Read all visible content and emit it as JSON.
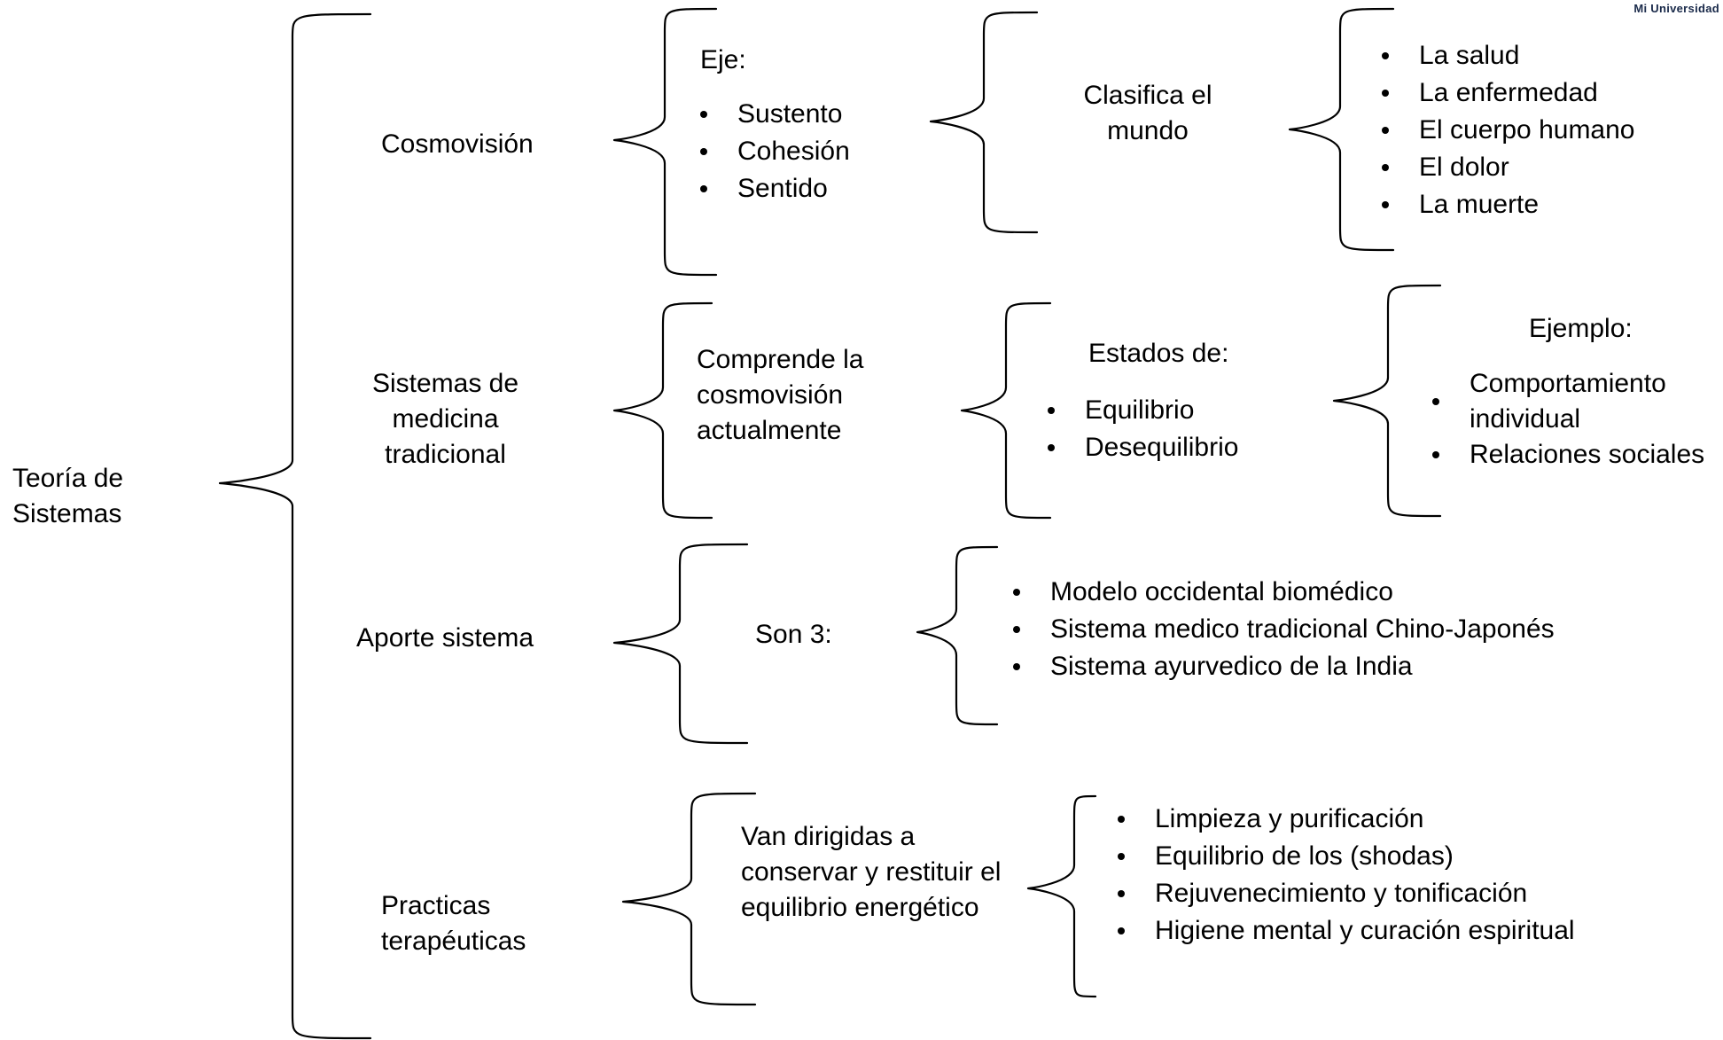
{
  "watermark": "Mi Universidad",
  "root": {
    "label": "Teoría de Sistemas"
  },
  "branches": [
    {
      "label": "Cosmovisión",
      "level2": {
        "heading": "Eje:",
        "items": [
          "Sustento",
          "Cohesión",
          "Sentido"
        ]
      },
      "level3": {
        "text": "Clasifica el mundo"
      },
      "level4": {
        "items": [
          "La salud",
          "La enfermedad",
          "El cuerpo humano",
          "El dolor",
          "La muerte"
        ]
      }
    },
    {
      "label": "Sistemas de medicina tradicional",
      "level2": {
        "text": "Comprende la cosmovisión actualmente"
      },
      "level3": {
        "heading": "Estados de:",
        "items": [
          "Equilibrio",
          "Desequilibrio"
        ]
      },
      "level4": {
        "heading": "Ejemplo:",
        "items": [
          "Comportamiento individual",
          "Relaciones sociales"
        ]
      }
    },
    {
      "label": "Aporte sistema",
      "level2": {
        "text": "Son 3:"
      },
      "level3": {
        "items": [
          "Modelo occidental biomédico",
          "Sistema medico tradicional Chino-Japonés",
          "Sistema ayurvedico de la India"
        ]
      }
    },
    {
      "label": "Practicas terapéuticas",
      "level2": {
        "text": "Van dirigidas a conservar y restituir el equilibrio energético"
      },
      "level3": {
        "items": [
          "Limpieza y purificación",
          "Equilibrio de los (shodas)",
          "Rejuvenecimiento y tonificación",
          "Higiene mental y curación espiritual"
        ]
      }
    }
  ]
}
